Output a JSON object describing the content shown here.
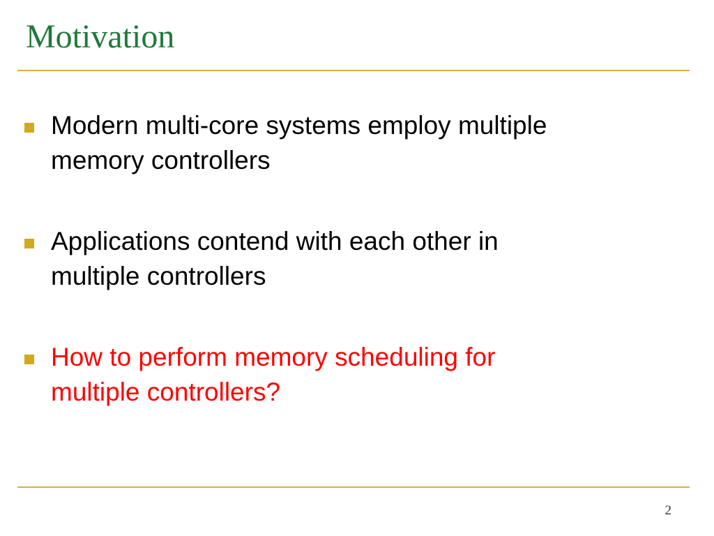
{
  "slide": {
    "title": "Motivation",
    "bullets": [
      {
        "line1": "Modern multi-core systems employ multiple",
        "line2": "memory controllers",
        "color": "#000000"
      },
      {
        "line1": "Applications contend with each other in",
        "line2": "multiple controllers",
        "color": "#000000"
      },
      {
        "line1": "How to perform memory scheduling for",
        "line2": "multiple controllers?",
        "color": "#ff0000"
      }
    ],
    "page_number": "2"
  },
  "colors": {
    "title": "#1f7a3a",
    "rule": "#d7b13c",
    "bullet_marker": "#d4a81c",
    "highlight_text": "#ff0000",
    "body_text": "#000000"
  }
}
